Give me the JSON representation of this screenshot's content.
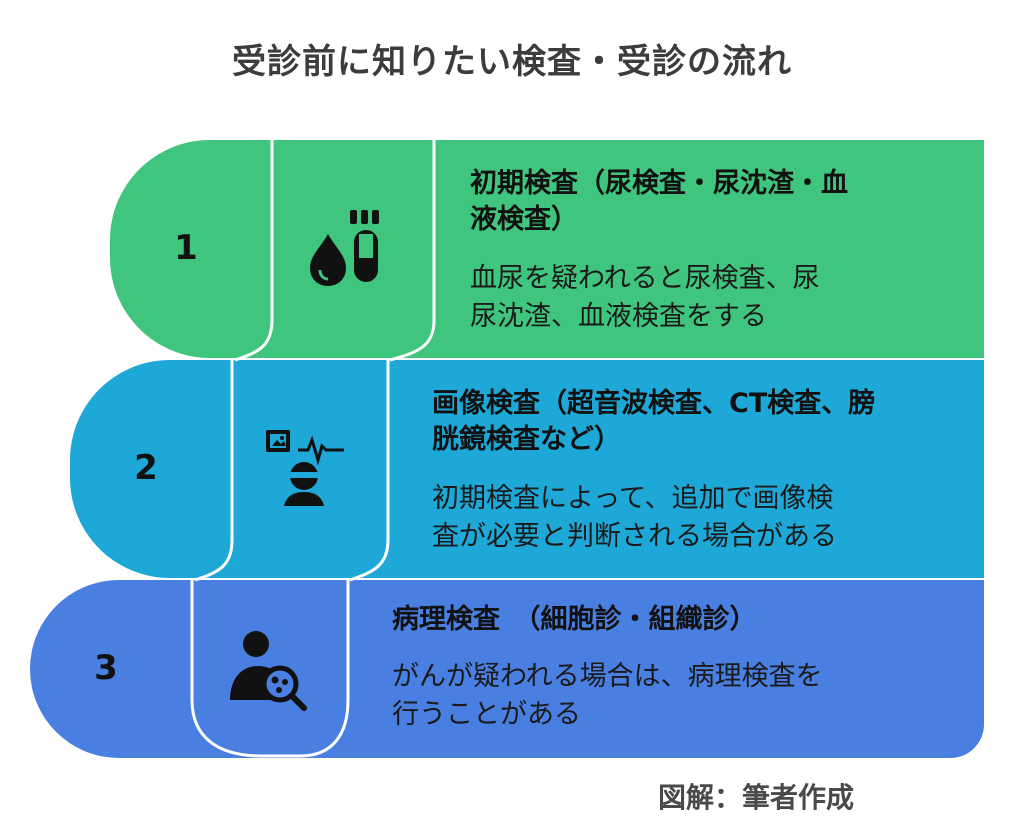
{
  "title": "受診前に知りたい検査・受診の流れ",
  "credit": "図解：筆者作成",
  "colors": {
    "step1": "#40c57f",
    "step2": "#1ea8d8",
    "step3": "#4a7fe2",
    "text": "#111111"
  },
  "steps": [
    {
      "number": "1",
      "icon": "blood-drop-test-tube-icon",
      "title_line1": "初期検査（尿検査・尿沈渣・血",
      "title_line2": "液検査）",
      "desc_line1": "血尿を疑われると尿検査、尿",
      "desc_line2": "尿沈渣、血液検査をする"
    },
    {
      "number": "2",
      "icon": "imaging-scan-icon",
      "title_line1": "画像検査（超音波検査、CT検査、膀",
      "title_line2": "胱鏡検査など）",
      "desc_line1": "初期検査によって、追加で画像検",
      "desc_line2": "査が必要と判断される場合がある"
    },
    {
      "number": "3",
      "icon": "pathology-magnifier-icon",
      "title_line1": "病理検査　（細胞診・組織診）",
      "desc_line1": "がんが疑われる場合は、病理検査を",
      "desc_line2": "行うことがある"
    }
  ]
}
